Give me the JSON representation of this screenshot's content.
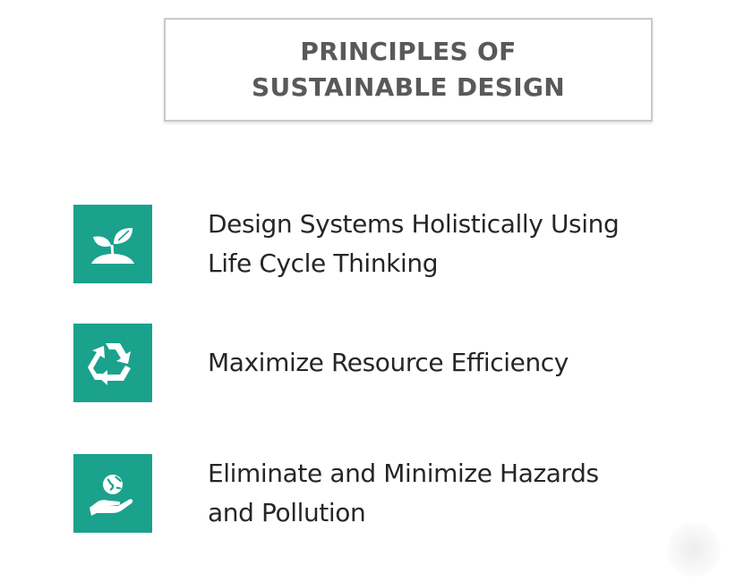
{
  "header": {
    "title_line1": "PRINCIPLES OF",
    "title_line2": "SUSTAINABLE DESIGN"
  },
  "colors": {
    "icon_tile": "#1aa28d",
    "title_text": "#595959",
    "body_text": "#262626"
  },
  "principles": [
    {
      "icon": "seedling-icon",
      "line1": "Design Systems Holistically Using",
      "line2": "Life Cycle Thinking"
    },
    {
      "icon": "recycle-icon",
      "line1": "Maximize Resource Efficiency",
      "line2": ""
    },
    {
      "icon": "globe-in-hand-icon",
      "line1": "Eliminate and Minimize Hazards",
      "line2": "and Pollution"
    }
  ]
}
